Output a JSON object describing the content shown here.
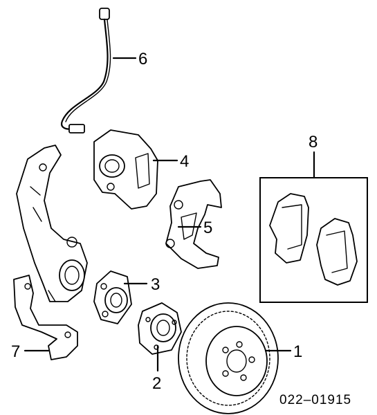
{
  "callouts": {
    "c1": "1",
    "c2": "2",
    "c3": "3",
    "c4": "4",
    "c5": "5",
    "c6": "6",
    "c7": "7",
    "c8": "8"
  },
  "reference_number": "022–01915"
}
